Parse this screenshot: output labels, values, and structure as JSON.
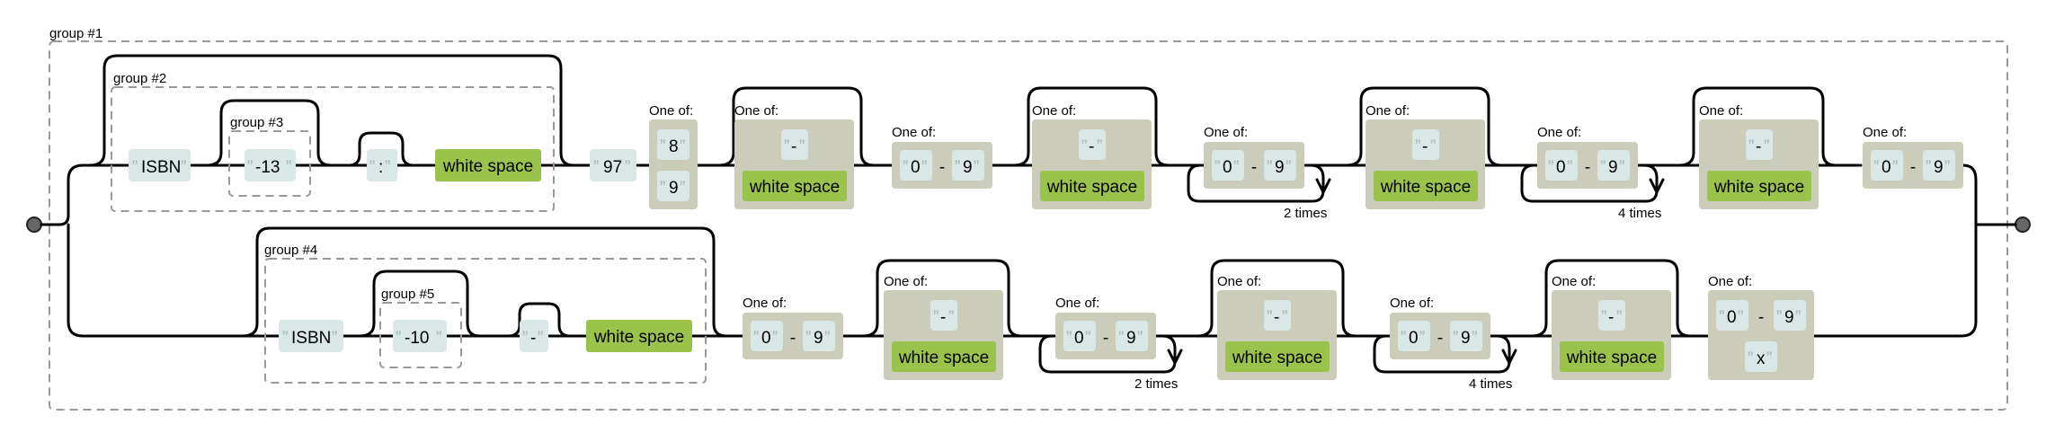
{
  "quote": "”",
  "labels": {
    "one_of": "One of:",
    "dash": "-",
    "white_space": "white space",
    "times_2": "2 times",
    "times_4": "4 times"
  },
  "groups": {
    "g1": "group #1",
    "g2": "group #2",
    "g3": "group #3",
    "g4": "group #4",
    "g5": "group #5"
  },
  "literals": {
    "isbn": "ISBN",
    "dash13": "-13",
    "colon": ":",
    "ninety_seven": "97",
    "eight": "8",
    "nine": "9",
    "hyphen": "-",
    "zero": "0",
    "dash10": "-10",
    "x": "x"
  }
}
